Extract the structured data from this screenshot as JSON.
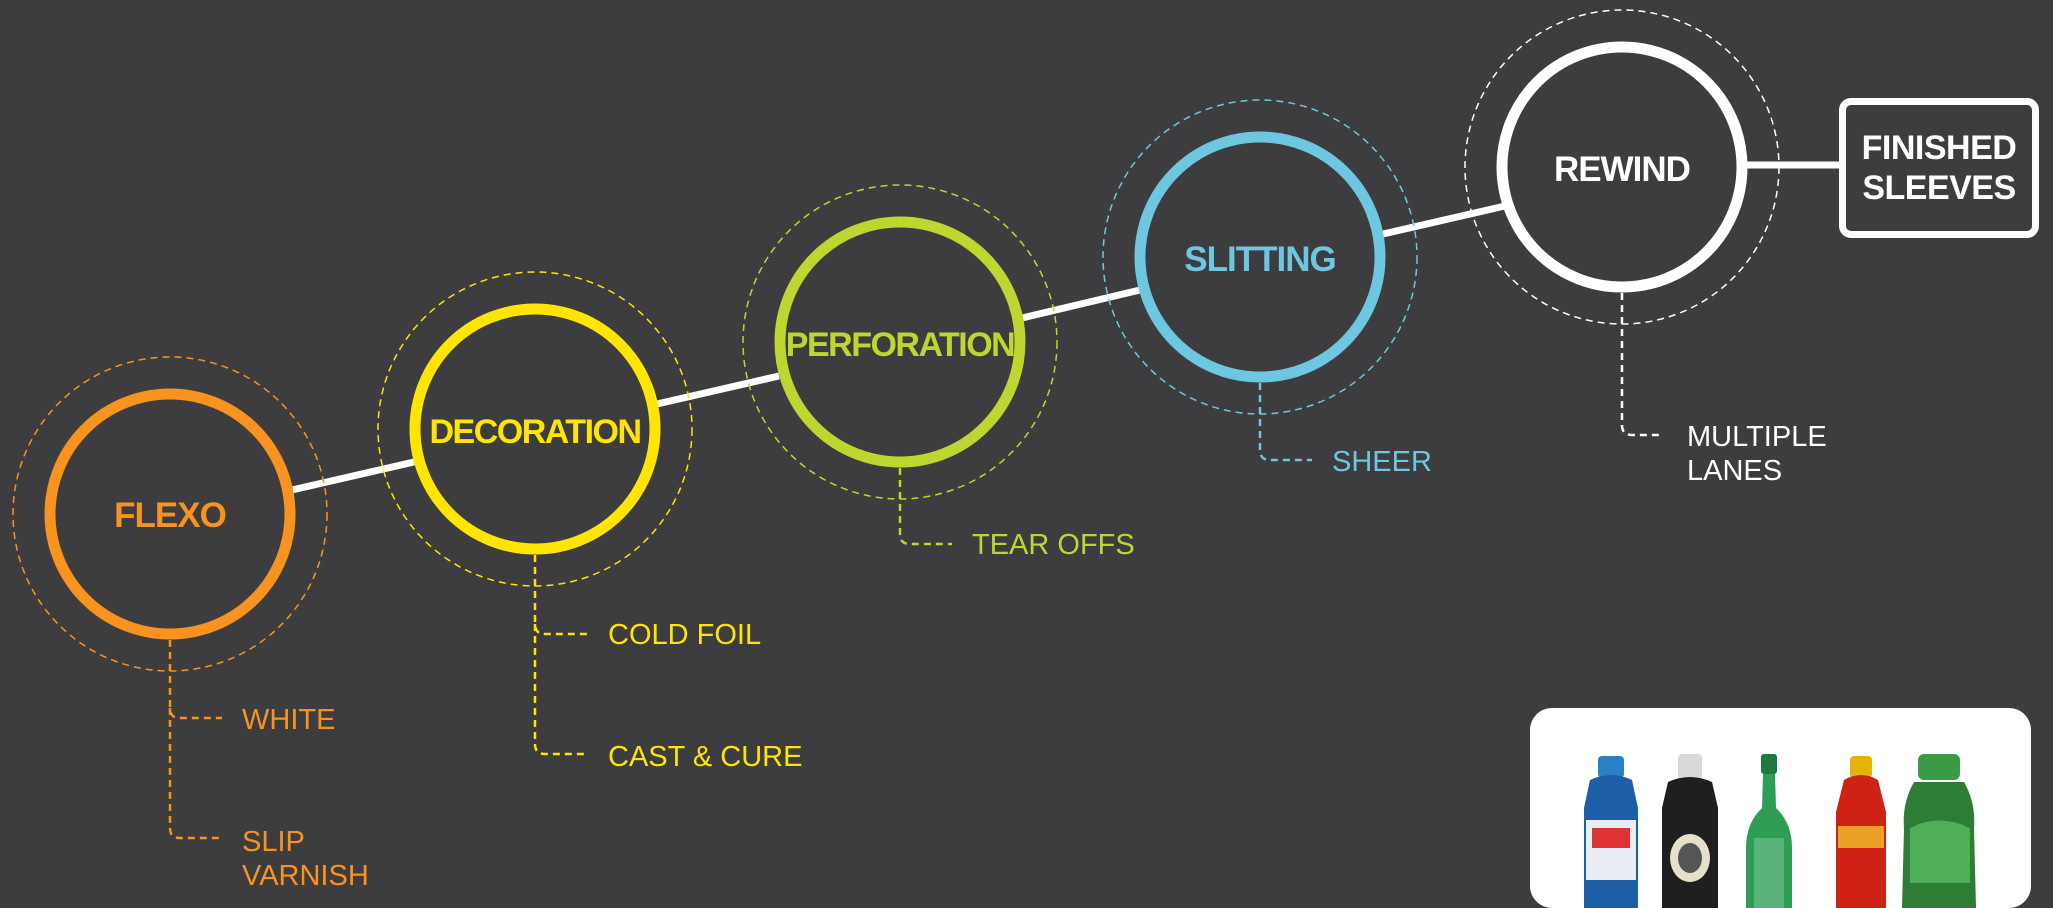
{
  "colors": {
    "background": "#3d3d3f",
    "flexo": "#f7931e",
    "decoration": "#ffe500",
    "perforation": "#bfd630",
    "slitting": "#6ec7e0",
    "rewind": "#ffffff"
  },
  "stages": [
    {
      "id": "flexo",
      "label": "FLEXO",
      "color": "#f7931e",
      "options": [
        {
          "text": "WHITE"
        },
        {
          "lines": [
            "SLIP",
            "VARNISH"
          ]
        }
      ]
    },
    {
      "id": "decoration",
      "label": "DECORATION",
      "color": "#ffe500",
      "options": [
        {
          "text": "COLD FOIL"
        },
        {
          "text": "CAST & CURE"
        }
      ]
    },
    {
      "id": "perforation",
      "label": "PERFORATION",
      "color": "#bfd630",
      "options": [
        {
          "text": "TEAR OFFS"
        }
      ]
    },
    {
      "id": "slitting",
      "label": "SLITTING",
      "color": "#6ec7e0",
      "options": [
        {
          "text": "SHEER"
        }
      ]
    },
    {
      "id": "rewind",
      "label": "REWIND",
      "color": "#ffffff",
      "options": [
        {
          "lines": [
            "MULTIPLE",
            "LANES"
          ]
        }
      ]
    }
  ],
  "finished": {
    "line1": "FINISHED",
    "line2": "SLEEVES"
  },
  "photo": {
    "bottle_icons": [
      "blue-bottle-icon",
      "black-bottle-icon",
      "green-glass-bottle-icon",
      "red-bottle-icon",
      "green-bottle-icon"
    ]
  }
}
